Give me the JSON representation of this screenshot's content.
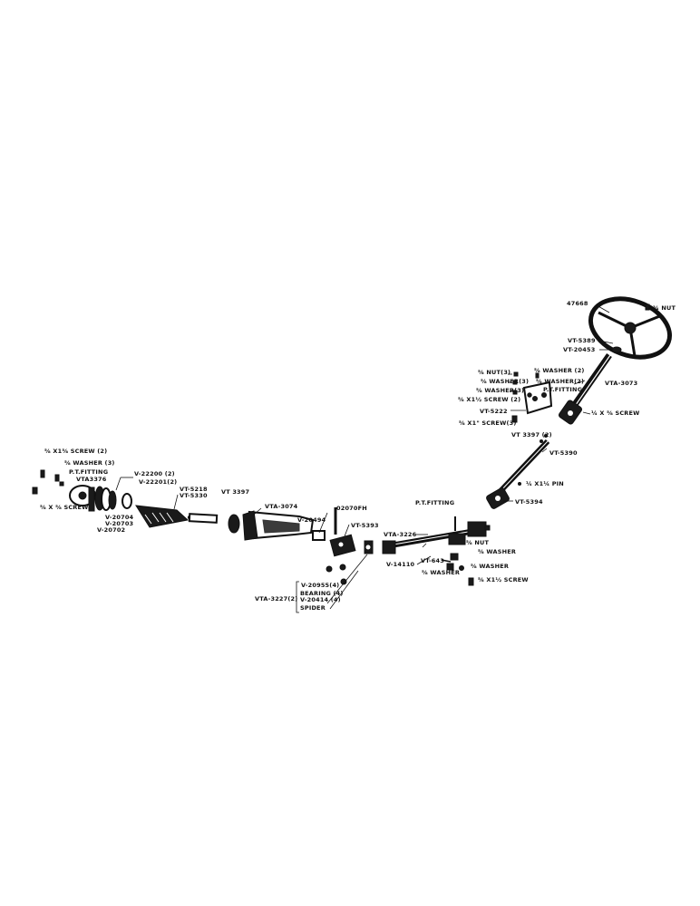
{
  "labels": [
    {
      "id": "a",
      "text": "47668"
    },
    {
      "id": "b",
      "text": "¾ NUT"
    },
    {
      "id": "c",
      "text": "VT-5389"
    },
    {
      "id": "d",
      "text": "VT-20453"
    },
    {
      "id": "e",
      "text": "VTA-3073"
    },
    {
      "id": "f",
      "text": "⅝ NUT(3)"
    },
    {
      "id": "g",
      "text": "⅝ WASHER(3)"
    },
    {
      "id": "h",
      "text": "⅝ WASHER(3)"
    },
    {
      "id": "i",
      "text": "⅝ WASHER (2)"
    },
    {
      "id": "j",
      "text": "⅝ WASHER(2)"
    },
    {
      "id": "k",
      "text": "P.T.FITTING"
    },
    {
      "id": "l",
      "text": "⅝ X1½ SCREW (2)"
    },
    {
      "id": "m",
      "text": "VT-5222"
    },
    {
      "id": "n",
      "text": "¼ X ⅝ SCREW"
    },
    {
      "id": "o",
      "text": "⅝ X1\" SCREW(3)"
    },
    {
      "id": "p",
      "text": "VT 3397 (2)"
    },
    {
      "id": "q",
      "text": "VT-5390"
    },
    {
      "id": "r",
      "text": "¼ X1¼ PIN"
    },
    {
      "id": "s",
      "text": "VT-5394"
    },
    {
      "id": "t",
      "text": "⅝ X1⅝ SCREW (2)"
    },
    {
      "id": "u",
      "text": "⅝ WASHER (3)"
    },
    {
      "id": "v",
      "text": "P.T.FITTING"
    },
    {
      "id": "w",
      "text": "VTA3376"
    },
    {
      "id": "x",
      "text": "⅝ X ⅝ SCREW"
    },
    {
      "id": "y",
      "text": "V-22200 (2)"
    },
    {
      "id": "z",
      "text": "V-22201(2)"
    },
    {
      "id": "aa",
      "text": "VT-5218"
    },
    {
      "id": "ab",
      "text": "VT-5330"
    },
    {
      "id": "ac",
      "text": "VT 3397"
    },
    {
      "id": "ad",
      "text": "V-20704"
    },
    {
      "id": "ae",
      "text": "V-20703"
    },
    {
      "id": "af",
      "text": "V-20702"
    },
    {
      "id": "ag",
      "text": "VTA-3074"
    },
    {
      "id": "ah",
      "text": "02070FH"
    },
    {
      "id": "ai",
      "text": "V-20494"
    },
    {
      "id": "aj",
      "text": "VT-5393"
    },
    {
      "id": "ak",
      "text": "P.T.FITTING"
    },
    {
      "id": "al",
      "text": "VTA-3226"
    },
    {
      "id": "am",
      "text": "V-14110"
    },
    {
      "id": "an",
      "text": "VT-643"
    },
    {
      "id": "ao",
      "text": "⅝ NUT"
    },
    {
      "id": "ap",
      "text": "⅝ WASHER"
    },
    {
      "id": "aq",
      "text": "⅝ WASHER"
    },
    {
      "id": "ar",
      "text": "⅝ WASHER"
    },
    {
      "id": "as",
      "text": "⅝ X1½ SCREW"
    },
    {
      "id": "at",
      "text": "V-20955(4)"
    },
    {
      "id": "au",
      "text": "BEARING (4)"
    },
    {
      "id": "av",
      "text": "V-20414 (4)"
    },
    {
      "id": "aw",
      "text": "SPIDER"
    },
    {
      "id": "ax",
      "text": "VTA-3227(2)"
    }
  ]
}
